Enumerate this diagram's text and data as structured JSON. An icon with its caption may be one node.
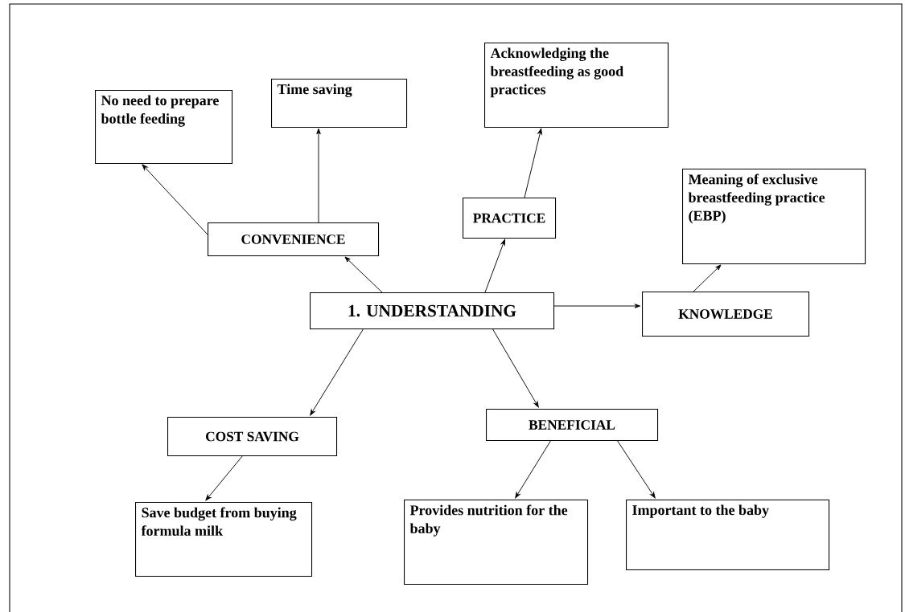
{
  "diagram": {
    "nodes": [
      {
        "text": [
          "1. UNDERSTANDING"
        ]
      },
      {
        "text": [
          "CONVENIENCE"
        ]
      },
      {
        "text": [
          "No need to prepare bottle feeding"
        ]
      },
      {
        "text": [
          "Time saving"
        ]
      },
      {
        "text": [
          "PRACTICE"
        ]
      },
      {
        "text": [
          "Acknowledging the breastfeeding as good practices"
        ]
      },
      {
        "text": [
          "KNOWLEDGE"
        ]
      },
      {
        "text": [
          "Meaning of exclusive breastfeeding practice (EBP)"
        ]
      },
      {
        "text": [
          "COST SAVING"
        ]
      },
      {
        "text": [
          "Save budget from buying formula milk"
        ]
      },
      {
        "text": [
          "BENEFICIAL"
        ]
      },
      {
        "text": [
          "Provides nutrition for the baby"
        ]
      },
      {
        "text": [
          "Important to the baby"
        ]
      }
    ],
    "edges": [
      {
        "from": 0,
        "to": 1,
        "arrow": "to"
      },
      {
        "from": 1,
        "to": 2,
        "arrow": "to"
      },
      {
        "from": 1,
        "to": 3,
        "arrow": "to"
      },
      {
        "from": 0,
        "to": 4,
        "arrow": "to"
      },
      {
        "from": 4,
        "to": 5,
        "arrow": "to"
      },
      {
        "from": 0,
        "to": 6,
        "arrow": "to"
      },
      {
        "from": 6,
        "to": 7,
        "arrow": "to"
      },
      {
        "from": 0,
        "to": 8,
        "arrow": "to"
      },
      {
        "from": 8,
        "to": 9,
        "arrow": "to"
      },
      {
        "from": 0,
        "to": 10,
        "arrow": "to"
      },
      {
        "from": 10,
        "to": 11,
        "arrow": "to"
      },
      {
        "from": 10,
        "to": 12,
        "arrow": "to"
      }
    ]
  }
}
